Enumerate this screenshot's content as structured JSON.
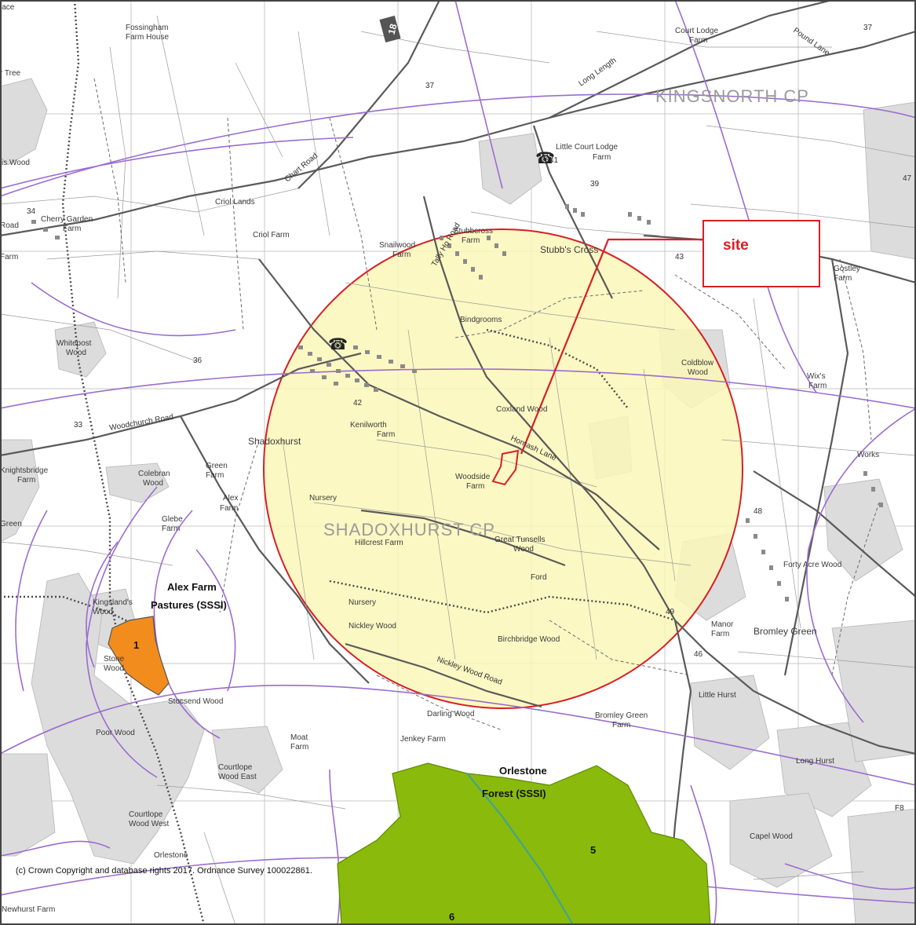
{
  "callout": {
    "label": "site"
  },
  "copyright": "(c) Crown Copyright and database rights 2017. Ordnance Survey 100022861.",
  "parishes": {
    "kingsnorth": "KINGSNORTH CP",
    "shadoxhurst": "SHADOXHURST CP"
  },
  "sssi": {
    "alex_farm": {
      "line1": "Alex Farm",
      "line2": "Pastures (SSSI)",
      "id": "1"
    },
    "orlestone": {
      "line1": "Orlestone",
      "line2": "Forest (SSSI)",
      "id5": "5",
      "id6": "6"
    }
  },
  "places": {
    "fossingham": "Fossingham",
    "fossingham2": "Farm House",
    "court_lodge": "Court Lodge",
    "court_lodge2": "Farm",
    "pound_lane": "Pound Lane",
    "long_length": "Long Length",
    "little_court_lodge": "Little Court Lodge",
    "little_court_lodge2": "Farm",
    "chart_road": "Chart Road",
    "criol_lands": "Criol Lands",
    "criol_farm": "Criol Farm",
    "cherry_garden": "Cherry Garden",
    "cherry_garden2": "Farm",
    "stubbcross": "Stubbcross",
    "stubbcross2": "Farm",
    "snailwood": "Snailwood",
    "snailwood2": "Farm",
    "tally_ho_road": "Tally Ho Road",
    "stubbs_cross": "Stubb's Cross",
    "gostley": "Gostley",
    "gostley2": "Farm",
    "bindgrooms": "Bindgrooms",
    "whitepost": "Whitepost",
    "whitepost2": "Wood",
    "coldbloom": "Coldblow",
    "coldbloom2": "Wood",
    "wis": "Wix's",
    "wis2": "Farm",
    "woodchurch_road": "Woodchurch Road",
    "shadoxhurst": "Shadoxhurst",
    "kenilworth": "Kenilworth",
    "kenilworth2": "Farm",
    "coxland_wood": "Coxland Wood",
    "hornash_lane": "Hornash Lane",
    "works": "Works",
    "knightsbridge": "Knightsbridge",
    "knightsbridge2": "Farm",
    "colebran": "Colebran",
    "colebran2": "Wood",
    "green_farm": "Green",
    "green_farm2": "Farm",
    "nursery": "Nursery",
    "woodside": "Woodside",
    "woodside2": "Farm",
    "alex_farm": "Alex",
    "alex_farm2": "Farm",
    "glebe": "Glebe",
    "glebe2": "Farm",
    "hillcrest": "Hillcrest Farm",
    "great_tunsells": "Great Tunsells",
    "great_tunsells2": "Wood",
    "forty_acre": "Forty Acre Wood",
    "ford": "Ford",
    "kingslands": "Kingsland's",
    "kingslands2": "Wood",
    "nursery2": "Nursery",
    "nickley_wood": "Nickley Wood",
    "birchbridge_wood": "Birchbridge Wood",
    "manor_farm": "Manor",
    "manor_farm2": "Farm",
    "bromley_green": "Bromley Green",
    "stone_wood": "Stone",
    "stone_wood2": "Wood",
    "stocsend_wood": "Stocsend Wood",
    "nickley_wood_road": "Nickley Wood Road",
    "little_hurst": "Little Hurst",
    "darling_wood": "Darling Wood",
    "bromley_green_farm": "Bromley Green",
    "bromley_green_farm2": "Farm",
    "poor_wood": "Poor Wood",
    "moat_farm": "Moat",
    "moat_farm2": "Farm",
    "jenkey_farm": "Jenkey Farm",
    "courtlope_east": "Courtlope",
    "courtlope_east2": "Wood East",
    "long_hurst": "Long Hurst",
    "courtlope_west": "Courtlope",
    "courtlope_west2": "Wood West",
    "orlestone_small": "Orlestone",
    "capel_wood": "Capel Wood",
    "newhurst": "Newhurst Farm",
    "is_wood": "is Wood",
    "green_left": "Green",
    "road_left": "Road",
    "farm_left": "Farm",
    "tree_left": "r Tree",
    "lace": "lace"
  },
  "numbers": [
    "37",
    "37",
    "39",
    "41",
    "43",
    "47",
    "34",
    "36",
    "33",
    "42",
    "48",
    "46",
    "49",
    "18",
    "F8"
  ]
}
